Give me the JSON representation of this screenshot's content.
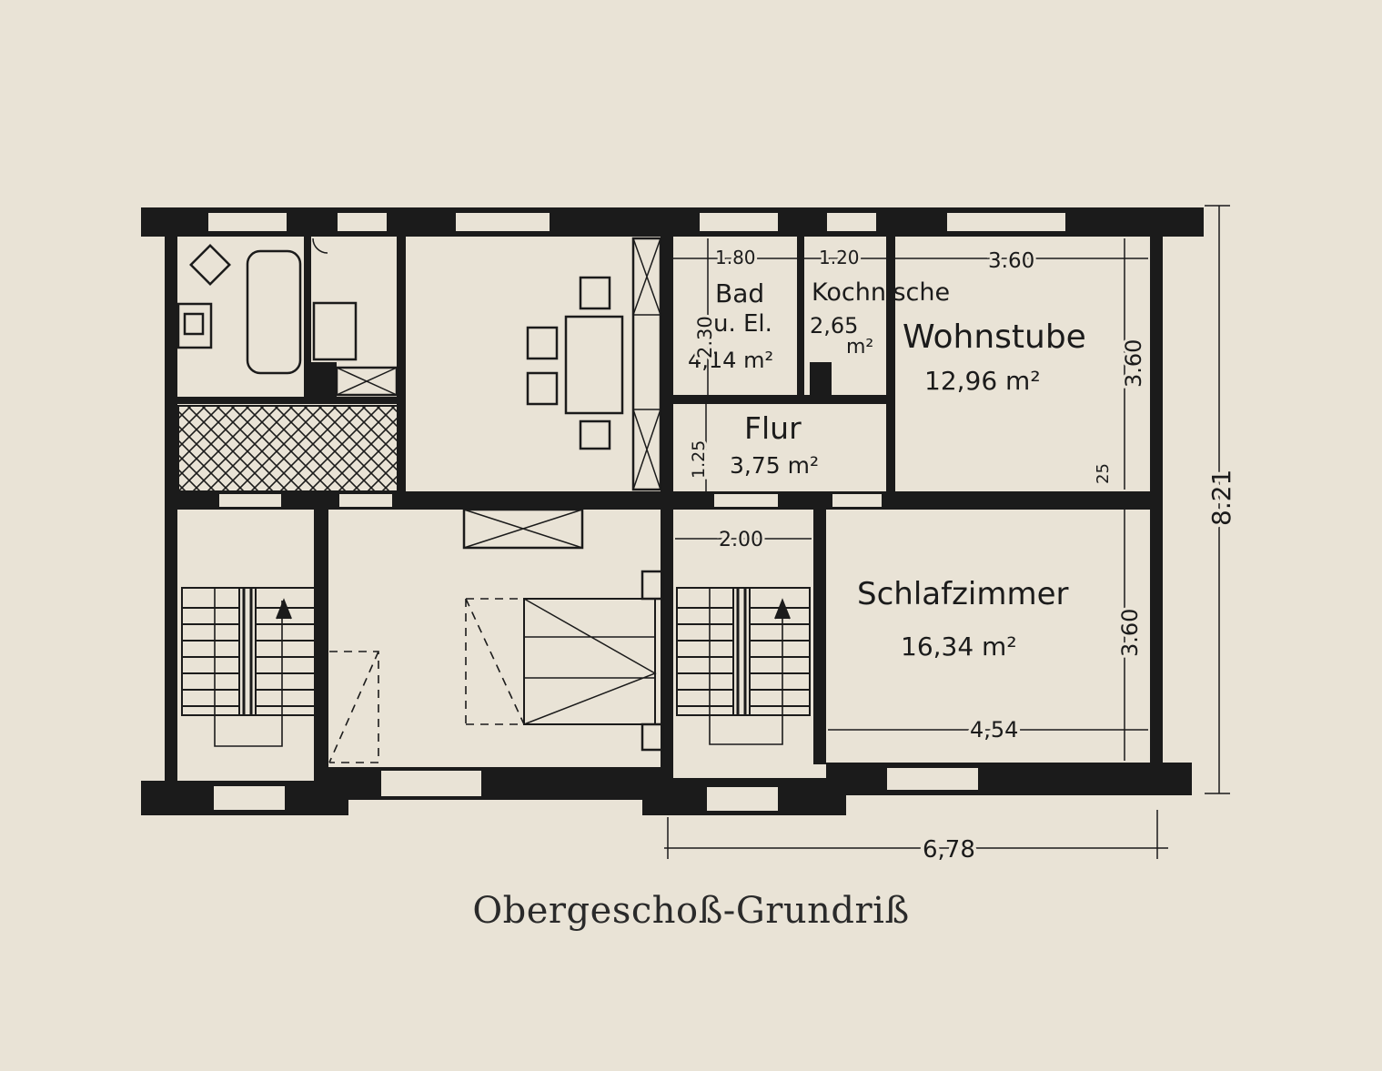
{
  "caption": "Obergeschoß-Grundriß",
  "rooms": {
    "bad": {
      "name": "Bad",
      "name2": "u. El.",
      "area": "4,14 m²"
    },
    "kochnische": {
      "name": "Kochnische",
      "area_value": "2,65",
      "area_unit": "m²"
    },
    "wohnstube": {
      "name": "Wohnstube",
      "area": "12,96 m²"
    },
    "flur": {
      "name": "Flur",
      "area": "3,75 m²"
    },
    "schlafzimmer": {
      "name": "Schlafzimmer",
      "area": "16,34 m²"
    }
  },
  "dimensions": {
    "bad_width": "1.80",
    "kochnische_width": "1.20",
    "wohnstube_width": "3.60",
    "bad_depth": "2.30",
    "wohnstube_depth": "3.60",
    "wall_thickness": "25",
    "flur_depth": "1.25",
    "stair_width": "2.00",
    "schlafzimmer_depth": "3.60",
    "schlafzimmer_width": "4,54",
    "total_width": "6,78",
    "total_depth": "8.21"
  },
  "colors": {
    "paper": "#e9e3d6",
    "ink": "#1b1b1b"
  }
}
